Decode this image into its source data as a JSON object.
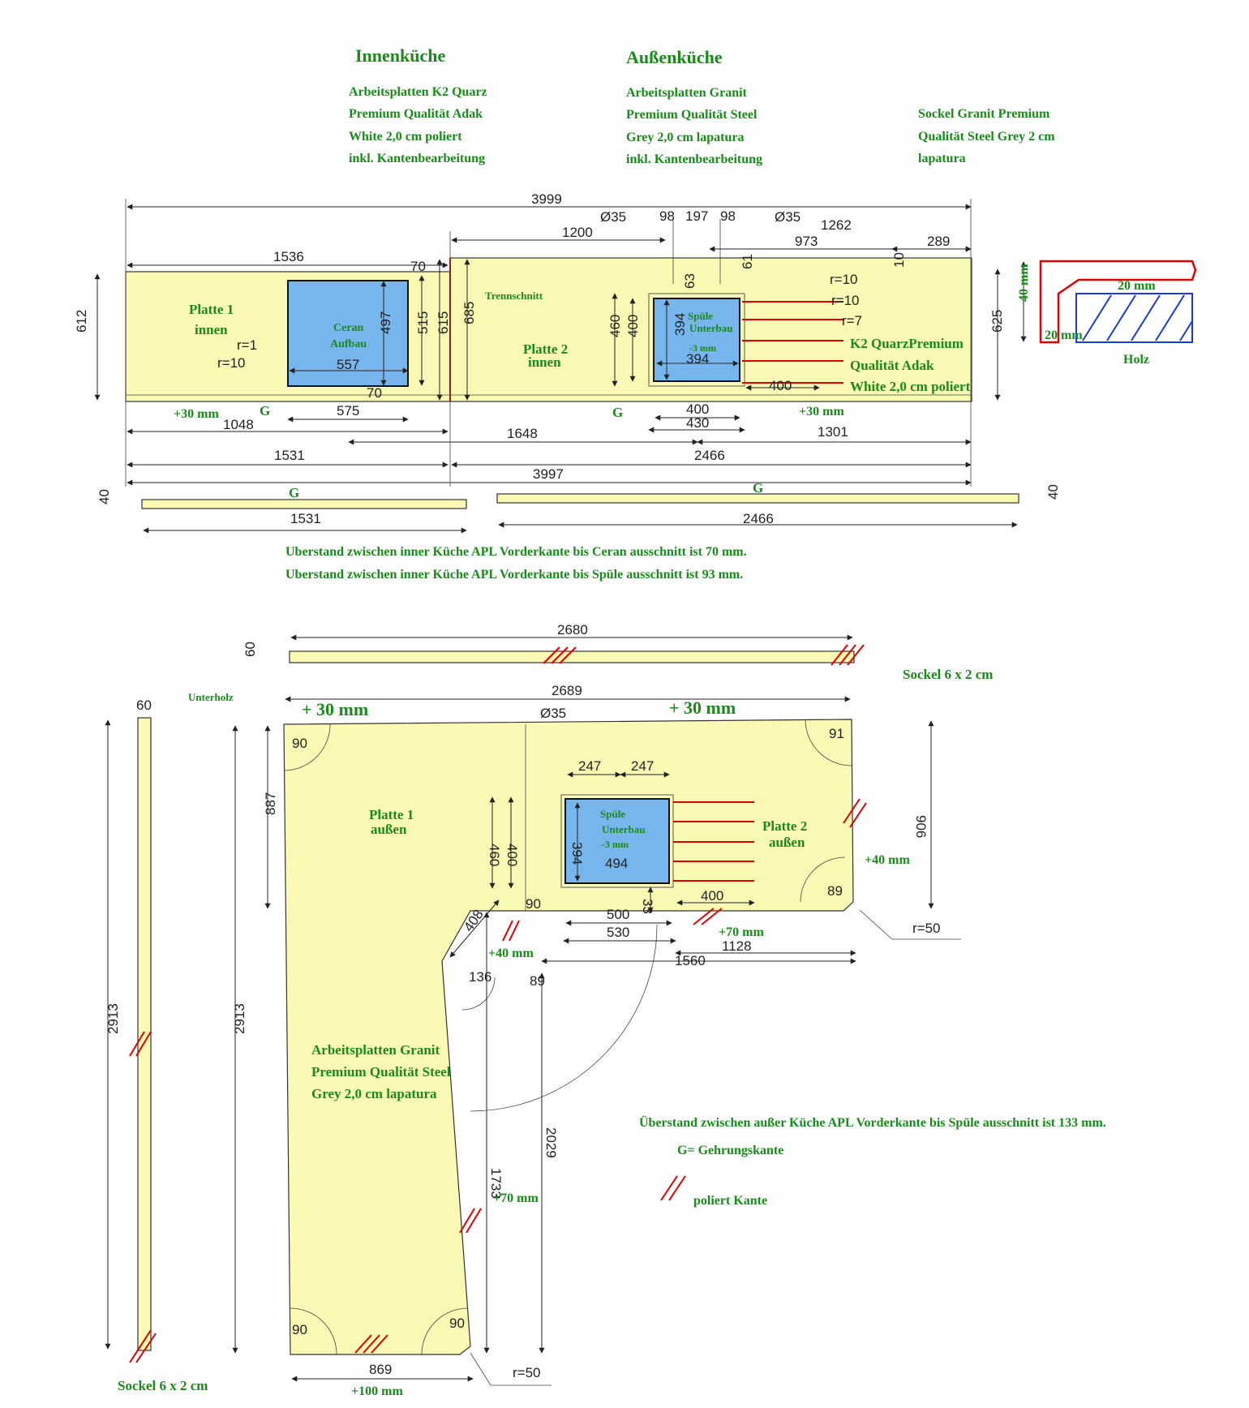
{
  "header": {
    "innen_title": "Innenküche",
    "innen_lines": [
      "Arbeitsplatten K2 Quarz",
      "Premium Qualität Adak",
      "White 2,0 cm poliert",
      "inkl. Kantenbearbeitung"
    ],
    "aussen_title": "Außenküche",
    "aussen_lines": [
      "Arbeitsplatten Granit",
      "Premium Qualität Steel",
      "Grey 2,0 cm lapatura",
      "inkl. Kantenbearbeitung"
    ],
    "sockel_lines": [
      "Sockel Granit Premium",
      "Qualität Steel Grey 2 cm",
      "lapatura"
    ]
  },
  "innen": {
    "platte1": [
      "Platte 1",
      "innen"
    ],
    "platte2": [
      "Platte 2",
      "innen"
    ],
    "ceran": [
      "Ceran",
      "Aufbau"
    ],
    "spuele": [
      "Spüle",
      "Unterbau",
      "-3 mm"
    ],
    "trennschnitt": "Trennschnitt",
    "material": [
      "K2 QuarzPremium",
      "Qualität Adak",
      "White 2,0 cm poliert"
    ],
    "plus30_left": "+30 mm",
    "plus30_right": "+30 mm",
    "g": "G",
    "dims": {
      "total_top": "3999",
      "d1536": "1536",
      "d1200": "1200",
      "d973": "973",
      "d289": "289",
      "d1262": "1262",
      "d35a": "Ø35",
      "d35b": "Ø35",
      "d98a": "98",
      "d197": "197",
      "d98b": "98",
      "d70a": "70",
      "d70b": "70",
      "d612": "612",
      "d497": "497",
      "d515": "515",
      "d615": "615",
      "d685": "685",
      "d557": "557",
      "d575": "575",
      "r1": "r=1",
      "r10a": "r=10",
      "d460": "460",
      "d400v": "400",
      "d394v": "394",
      "d394h": "394",
      "d61": "61",
      "d63": "63",
      "d10": "10",
      "d625": "625",
      "r10b": "r=10",
      "r10c": "r=10",
      "r7": "r=7",
      "d400h": "400",
      "d400b": "400",
      "d430": "430",
      "d1048": "1048",
      "d1648": "1648",
      "d1301": "1301",
      "d1531": "1531",
      "d2466": "2466",
      "d3997": "3997",
      "d40a": "40",
      "d40b": "40",
      "d1531b": "1531",
      "d2466b": "2466"
    },
    "notes": [
      "Uberstand zwischen inner Küche APL Vorderkante bis Ceran ausschnitt ist 70 mm.",
      "Uberstand zwischen inner Küche APL Vorderkante bis Spüle ausschnitt ist 93 mm."
    ]
  },
  "profile": {
    "top": "20 mm",
    "left": "20 mm",
    "height": "40 mm",
    "holz": "Holz"
  },
  "aussen": {
    "sockel_top": "2680",
    "sockel_top_h": "60",
    "sockel_label_right": "Sockel 6 x 2 cm",
    "sockel_left_w": "60",
    "sockel_left_len": "2913",
    "sockel_label_left": "Sockel 6 x 2 cm",
    "unterholz": "Unterholz",
    "d2689": "2689",
    "plus30a": "+ 30 mm",
    "plus30b": "+ 30 mm",
    "d35": "Ø35",
    "d247a": "247",
    "d247b": "247",
    "d887": "887",
    "d906": "906",
    "d2913": "2913",
    "d460": "460",
    "d400v": "400",
    "d394": "394",
    "d494": "494",
    "d33": "33",
    "d400h": "400",
    "d500": "500",
    "d530": "530",
    "d1128": "1128",
    "d1560": "1560",
    "d408": "408",
    "d136": "136",
    "d89": "89",
    "d2029": "2029",
    "d1733": "1733",
    "d869": "869",
    "a90a": "90",
    "a91": "91",
    "a89": "89",
    "a90b": "90",
    "a90c": "90",
    "a90d": "90",
    "r50a": "r=50",
    "r50b": "r=50",
    "plus40a": "+40 mm",
    "plus40b": "+40 mm",
    "plus70a": "+70 mm",
    "plus70b": "+70 mm",
    "plus100": "+100 mm",
    "platte1": [
      "Platte 1",
      "außen"
    ],
    "platte2": [
      "Platte 2",
      "außen"
    ],
    "spuele": [
      "Spüle",
      "Unterbau",
      "-3 mm"
    ],
    "material": [
      "Arbeitsplatten Granit",
      "Premium Qualität Steel",
      "Grey 2,0 cm lapatura"
    ],
    "note": "Überstand zwischen außer Küche APL Vorderkante bis Spüle ausschnitt ist 133 mm.",
    "legend_g": "G= Gehrungskante",
    "legend_poliert": "poliert Kante"
  },
  "colors": {
    "slab": "#fafab4",
    "cutout": "#76b6ec",
    "text_green": "#1a8a1a",
    "polished": "#e00000"
  }
}
